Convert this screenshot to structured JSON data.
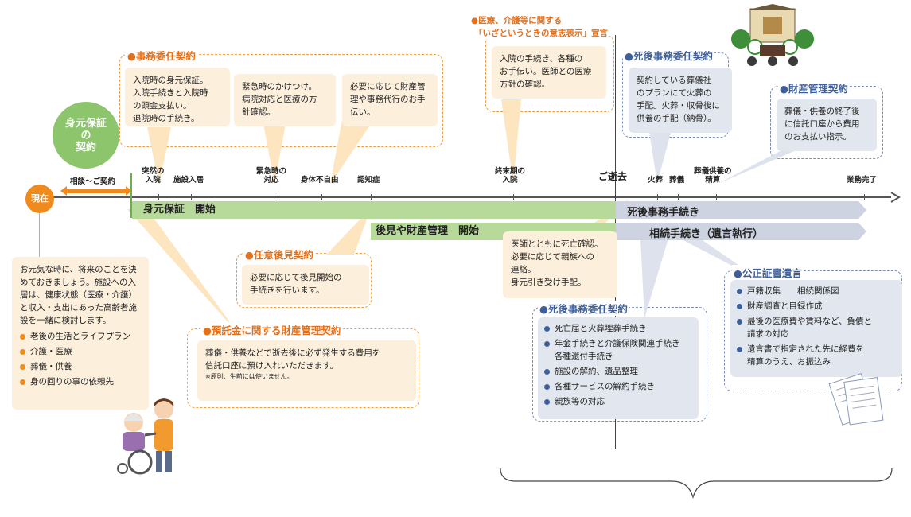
{
  "timeline": {
    "now_label": "現在",
    "consult_label": "相談～ご契約",
    "events": [
      {
        "label": "突然の\n入院"
      },
      {
        "label": "施設入居"
      },
      {
        "label": "緊急時の\n対応"
      },
      {
        "label": "身体不自由"
      },
      {
        "label": "認知症"
      },
      {
        "label": "終末期の\n入院"
      },
      {
        "label": "ご逝去"
      },
      {
        "label": "火葬"
      },
      {
        "label": "葬儀"
      },
      {
        "label": "葬儀供養の\n精算"
      },
      {
        "label": "業務完了"
      }
    ]
  },
  "bars": {
    "identity_start": "身元保証　開始",
    "guardian_start": "後見や財産管理　開始",
    "post_death": "死後事務手続き",
    "inheritance": "相続手続き（遺言執行）"
  },
  "identity_badge": "身元保証\nの\n契約",
  "office_contract": {
    "title": "●事務委任契約",
    "b1": "入院時の身元保証。\n入院手続きと入院時\nの頭金支払い。\n退院時の手続き。",
    "b2": "緊急時のかけつけ。\n病院対応と医療の方\n針確認。",
    "b3": "必要に応じて財産管\n理や事務代行のお手\n伝い。"
  },
  "medical_declaration": {
    "title_line1": "●医療、介護等に関する",
    "title_line2": "「いざというときの意志表示」宣言",
    "text": "入院の手続き、各種の\nお手伝い。医師との医療\n方針の確認。"
  },
  "post_death_contract_top": {
    "title": "●死後事務委任契約",
    "text": "契約している葬儀社\nのプランにて火葬の\n手配。火葬・収骨後に\n供養の手配（納骨）。"
  },
  "property_contract": {
    "title": "●財産管理契約",
    "text": "葬儀・供養の終了後\nに信託口座から費用\nのお支払い指示。"
  },
  "now_box": {
    "text": "お元気な時に、将来のことを決めておきましょう。施設への入居は、健康状態（医療・介護）と収入・支出にあった高齢者施設を一緒に検討します。",
    "items": [
      "老後の生活とライフプラン",
      "介護・医療",
      "葬儀・供養",
      "身の回りの事の依頼先"
    ]
  },
  "voluntary_guardian": {
    "title": "●任意後見契約",
    "text": "必要に応じて後見開始の\n手続きを行います。"
  },
  "trust_contract": {
    "title": "●預託金に関する財産管理契約",
    "text": "葬儀・供養などで逝去後に必ず発生する費用を\n信託口座に預け入れいただきます。",
    "note": "※原則、生前には使いません。"
  },
  "death_box": {
    "text": "医師とともに死亡確認。\n必要に応じて親族への\n連絡。\n身元引き受け手配。"
  },
  "post_death_contract_bottom": {
    "title": "●死後事務委任契約",
    "items": [
      "死亡届と火葬埋葬手続き",
      "年金手続きと介護保険関連手続き\n各種還付手続き",
      "施設の解約、遺品整理",
      "各種サービスの解約手続き",
      "親族等の対応"
    ]
  },
  "notarial_will": {
    "title": "●公正証書遺言",
    "items": [
      "戸籍収集　　相続関係図",
      "財産調査と目録作成",
      "最後の医療費や賃料など、負債と\n請求の対応",
      "遺言書で指定された先に経費を\n精算のうえ、お振込み"
    ]
  },
  "colors": {
    "orange": "#e5701a",
    "blue": "#3f5f9a",
    "green": "#8cc56b",
    "peach": "#fcefdc",
    "gray": "#e2e7ef"
  }
}
